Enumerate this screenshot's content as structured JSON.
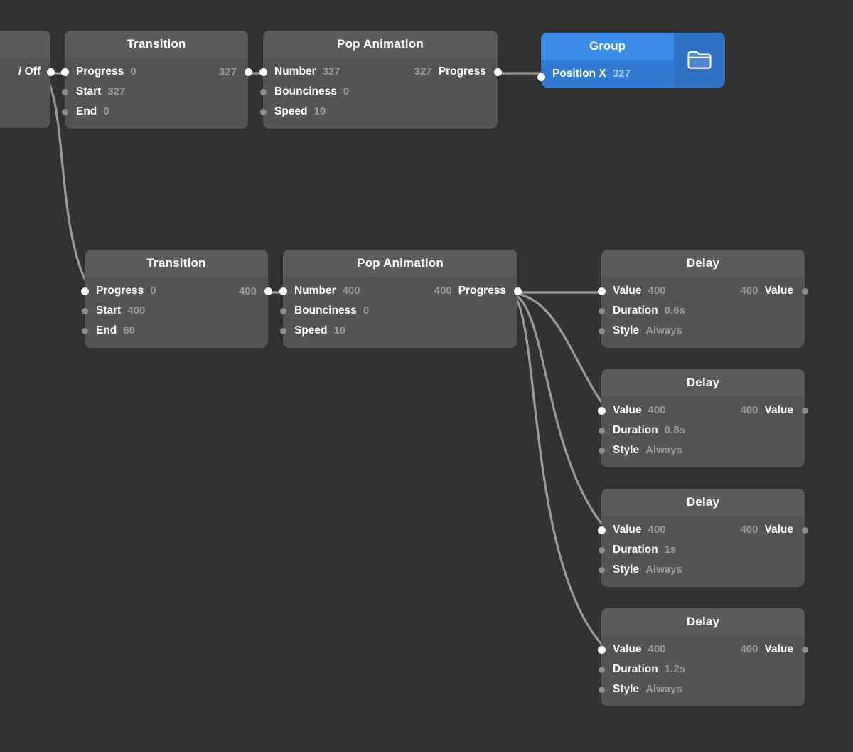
{
  "canvas": {
    "background_color": "#323232",
    "wire_color": "#9a9a9a",
    "accent_blue": "#3b8ce8"
  },
  "nodes": [
    {
      "id": "offscreen-left",
      "title": "",
      "kind": "partial",
      "outputs": [
        {
          "label": "/ Off",
          "value": "",
          "connected": true
        }
      ],
      "inputs": []
    },
    {
      "id": "transition-top",
      "title": "Transition",
      "kind": "standard",
      "inputs": [
        {
          "label": "Progress",
          "value": "0",
          "connected": true
        },
        {
          "label": "Start",
          "value": "327",
          "connected": false
        },
        {
          "label": "End",
          "value": "0",
          "connected": false
        }
      ],
      "outputs": [
        {
          "label": "",
          "value": "327",
          "connected": true
        }
      ]
    },
    {
      "id": "pop-animation-top",
      "title": "Pop Animation",
      "kind": "standard",
      "inputs": [
        {
          "label": "Number",
          "value": "327",
          "connected": true
        },
        {
          "label": "Bounciness",
          "value": "0",
          "connected": false
        },
        {
          "label": "Speed",
          "value": "10",
          "connected": false
        }
      ],
      "outputs": [
        {
          "label": "Progress",
          "value": "327",
          "connected": true
        }
      ]
    },
    {
      "id": "group",
      "title": "Group",
      "kind": "group",
      "icon": "folder-icon",
      "inputs": [
        {
          "label": "Position X",
          "value": "327",
          "connected": true
        }
      ],
      "outputs": []
    },
    {
      "id": "transition-bottom",
      "title": "Transition",
      "kind": "standard",
      "inputs": [
        {
          "label": "Progress",
          "value": "0",
          "connected": true
        },
        {
          "label": "Start",
          "value": "400",
          "connected": false
        },
        {
          "label": "End",
          "value": "60",
          "connected": false
        }
      ],
      "outputs": [
        {
          "label": "",
          "value": "400",
          "connected": true
        }
      ]
    },
    {
      "id": "pop-animation-bottom",
      "title": "Pop Animation",
      "kind": "standard",
      "inputs": [
        {
          "label": "Number",
          "value": "400",
          "connected": true
        },
        {
          "label": "Bounciness",
          "value": "0",
          "connected": false
        },
        {
          "label": "Speed",
          "value": "10",
          "connected": false
        }
      ],
      "outputs": [
        {
          "label": "Progress",
          "value": "400",
          "connected": true
        }
      ]
    },
    {
      "id": "delay-1",
      "title": "Delay",
      "kind": "standard",
      "inputs": [
        {
          "label": "Value",
          "value": "400",
          "connected": true
        },
        {
          "label": "Duration",
          "value": "0.6s",
          "connected": false
        },
        {
          "label": "Style",
          "value": "Always",
          "connected": false
        }
      ],
      "outputs": [
        {
          "label": "Value",
          "value": "400",
          "connected": false
        }
      ]
    },
    {
      "id": "delay-2",
      "title": "Delay",
      "kind": "standard",
      "inputs": [
        {
          "label": "Value",
          "value": "400",
          "connected": true
        },
        {
          "label": "Duration",
          "value": "0.8s",
          "connected": false
        },
        {
          "label": "Style",
          "value": "Always",
          "connected": false
        }
      ],
      "outputs": [
        {
          "label": "Value",
          "value": "400",
          "connected": false
        }
      ]
    },
    {
      "id": "delay-3",
      "title": "Delay",
      "kind": "standard",
      "inputs": [
        {
          "label": "Value",
          "value": "400",
          "connected": true
        },
        {
          "label": "Duration",
          "value": "1s",
          "connected": false
        },
        {
          "label": "Style",
          "value": "Always",
          "connected": false
        }
      ],
      "outputs": [
        {
          "label": "Value",
          "value": "400",
          "connected": false
        }
      ]
    },
    {
      "id": "delay-4",
      "title": "Delay",
      "kind": "standard",
      "inputs": [
        {
          "label": "Value",
          "value": "400",
          "connected": true
        },
        {
          "label": "Duration",
          "value": "1.2s",
          "connected": false
        },
        {
          "label": "Style",
          "value": "Always",
          "connected": false
        }
      ],
      "outputs": [
        {
          "label": "Value",
          "value": "400",
          "connected": false
        }
      ]
    }
  ]
}
